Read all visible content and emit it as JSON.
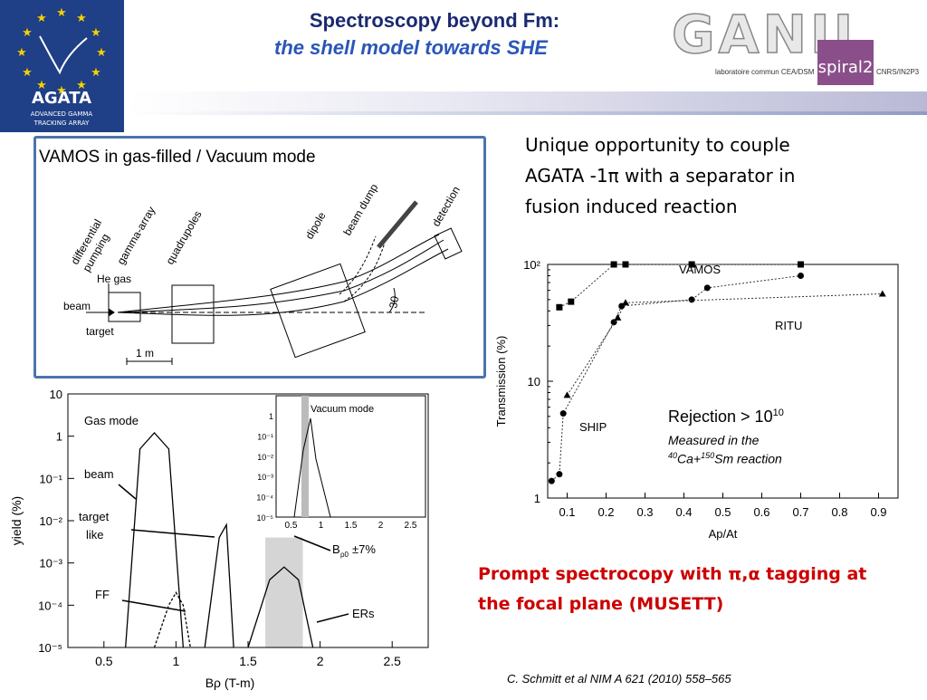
{
  "header": {
    "title_line1": "Spectroscopy beyond Fm:",
    "title_line2": "the shell model towards SHE",
    "agata_logo": {
      "name": "AGATA",
      "subtitle_line1": "ADVANCED GAMMA",
      "subtitle_line2": "TRACKING ARRAY"
    },
    "ganil_logo": {
      "name": "GANIL",
      "badge": "spiral2",
      "sub_left": "laboratoire commun CEA/DSM",
      "sub_right": "CNRS/IN2P3"
    }
  },
  "vamos_panel": {
    "title": "VAMOS in gas-filled / Vacuum  mode",
    "labels": {
      "differential": "differential",
      "pumping": "pumping",
      "gamma_array": "gamma-array",
      "quadrupoles": "quadrupoles",
      "dipole": "dipole",
      "beam_dump": "beam dump",
      "detection": "detection",
      "he_gas": "He gas",
      "beam": "beam",
      "target": "target",
      "angle": "30",
      "scale": "1 m"
    }
  },
  "unique_text": {
    "line1": "Unique opportunity to couple",
    "line2": "AGATA -1π with a separator in",
    "line3": "fusion induced reaction"
  },
  "transmission_chart": {
    "chart_data": {
      "type": "line",
      "ylabel": "Transmission (%)",
      "xlabel": "Ap/At",
      "yscale": "log",
      "ylim": [
        1,
        100
      ],
      "xlim": [
        0.05,
        0.95
      ],
      "x_ticks": [
        "0.1",
        "0.2",
        "0.3",
        "0.4",
        "0.5",
        "0.6",
        "0.7",
        "0.8",
        "0.9"
      ],
      "y_ticks": [
        "1",
        "10",
        "10²"
      ],
      "series": [
        {
          "name": "VAMOS",
          "marker": "square",
          "x": [
            0.08,
            0.11,
            0.22,
            0.25,
            0.42,
            0.7
          ],
          "y": [
            43,
            48,
            100,
            100,
            100,
            100
          ]
        },
        {
          "name": "RITU",
          "marker": "circle",
          "x": [
            0.06,
            0.08,
            0.09,
            0.22,
            0.24,
            0.42,
            0.46,
            0.7
          ],
          "y": [
            1.4,
            1.6,
            5.3,
            32,
            44,
            50,
            63,
            80
          ]
        },
        {
          "name": "SHIP",
          "marker": "triangle",
          "x": [
            0.1,
            0.23,
            0.25,
            0.91
          ],
          "y": [
            7.6,
            35,
            47,
            56
          ]
        }
      ]
    },
    "rejection_line": "Rejection > 10",
    "rejection_exp": "10",
    "measured_line1": "Measured in the",
    "measured_line2_parts": [
      "40",
      "Ca+",
      "150",
      "Sm reaction"
    ]
  },
  "yield_chart": {
    "chart_data": {
      "type": "line",
      "ylabel": "yield (%)",
      "xlabel": "Bρ (T-m)",
      "yscale": "log",
      "ylim": [
        1e-05,
        10
      ],
      "xlim": [
        0.25,
        2.75
      ],
      "x_ticks": [
        "0.5",
        "1",
        "1.5",
        "2",
        "2.5"
      ],
      "y_ticks": [
        "10",
        "1",
        "10⁻¹",
        "10⁻²",
        "10⁻³",
        "10⁻⁴",
        "10⁻⁵"
      ],
      "series": [
        {
          "name": "beam",
          "x": [
            0.65,
            0.75,
            0.85,
            0.95,
            1.05
          ],
          "y": [
            1e-05,
            0.5,
            1.2,
            0.5,
            1e-05
          ]
        },
        {
          "name": "target like",
          "x": [
            1.2,
            1.3,
            1.35,
            1.4
          ],
          "y": [
            1e-05,
            0.004,
            0.008,
            1e-05
          ]
        },
        {
          "name": "FF",
          "x": [
            0.85,
            0.95,
            1.0,
            1.05,
            1.1
          ],
          "y": [
            1e-05,
            0.0001,
            0.0002,
            0.0001,
            1e-05
          ]
        },
        {
          "name": "ERs",
          "x": [
            1.5,
            1.65,
            1.75,
            1.85,
            1.95
          ],
          "y": [
            1e-05,
            0.0004,
            0.0008,
            0.0004,
            1e-05
          ]
        }
      ],
      "annotations": [
        "Gas mode",
        "beam",
        "target",
        "like",
        "FF",
        "ERs",
        "B",
        "ρ0",
        "±7%"
      ]
    },
    "inset": {
      "title": "Vacuum mode",
      "x_ticks": [
        "0.5",
        "1",
        "1.5",
        "2",
        "2.5"
      ],
      "y_ticks": [
        "1",
        "10⁻¹",
        "10⁻²",
        "10⁻³",
        "10⁻⁴",
        "10⁻⁵"
      ]
    }
  },
  "prompt_text": {
    "line1": "Prompt spectrocopy with π,α tagging at",
    "line2": "the focal plane (MUSETT)"
  },
  "citation": "C. Schmitt  et al NIM A 621 (2010) 558–565",
  "colors": {
    "title_dark": "#1b2a70",
    "title_blue": "#2a56b8",
    "agata_bg": "#1f3f86",
    "prompt_red": "#cc0000",
    "frame_blue": "#4b74ad"
  }
}
